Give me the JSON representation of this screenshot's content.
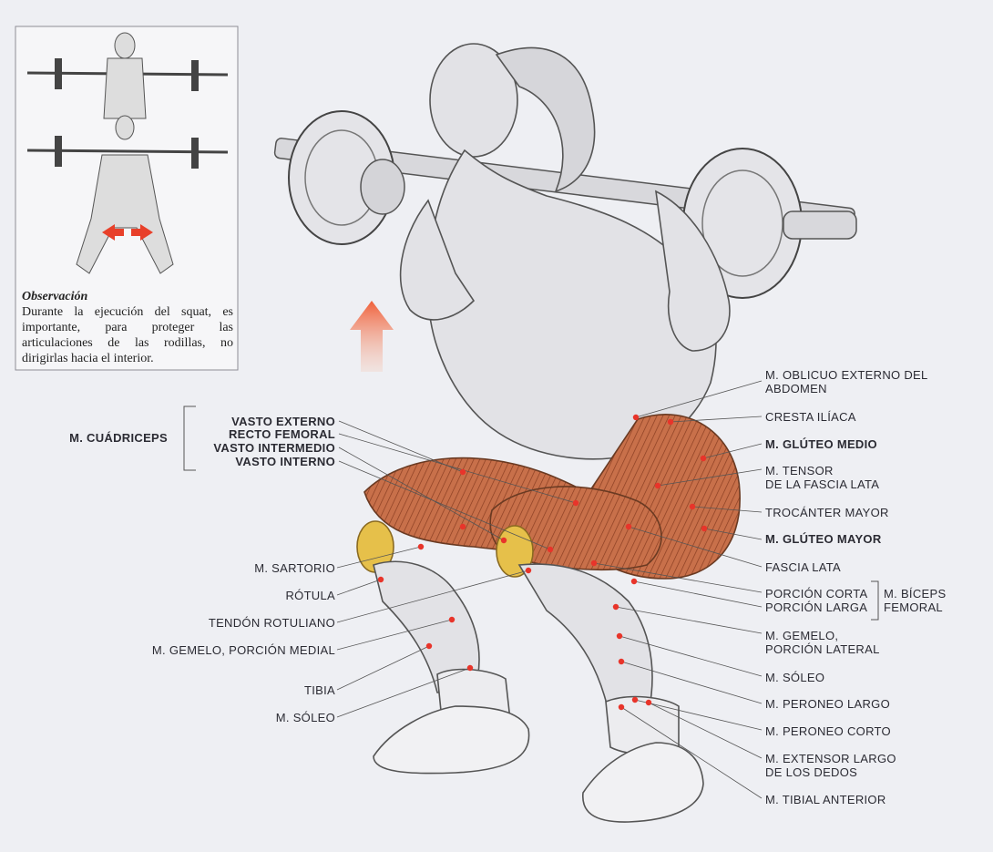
{
  "observation": {
    "title": "Observación",
    "text": "Durante la ejecución del squat, es importante, para proteger las articulaciones de las rodillas, no dirigirlas hacia el interior."
  },
  "quadriceps_group": {
    "label": "M. CUÁDRICEPS",
    "members": [
      "VASTO EXTERNO",
      "RECTO FEMORAL",
      "VASTO INTERMEDIO",
      "VASTO INTERNO"
    ]
  },
  "left_labels": [
    "M. SARTORIO",
    "RÓTULA",
    "TENDÓN ROTULIANO",
    "M. GEMELO, PORCIÓN MEDIAL",
    "TIBIA",
    "M. SÓLEO"
  ],
  "right_labels": {
    "oblicuo": [
      "M. OBLICUO EXTERNO DEL",
      "ABDOMEN"
    ],
    "cresta": "CRESTA ILÍACA",
    "gluteo_medio": "M. GLÚTEO MEDIO",
    "tensor": [
      "M. TENSOR",
      "DE LA FASCIA LATA"
    ],
    "trocanter": "TROCÁNTER MAYOR",
    "gluteo_mayor": "M. GLÚTEO MAYOR",
    "fascia": "FASCIA LATA",
    "porcion_corta": "PORCIÓN CORTA",
    "porcion_larga": "PORCIÓN LARGA",
    "biceps": [
      "M. BÍCEPS",
      "FEMORAL"
    ],
    "gemelo_lateral": [
      "M. GEMELO,",
      "PORCIÓN LATERAL"
    ],
    "soleo": "M. SÓLEO",
    "peroneo_largo": "M. PERONEO LARGO",
    "peroneo_corto": "M. PERONEO CORTO",
    "extensor": [
      "M. EXTENSOR LARGO",
      "DE LOS DEDOS"
    ],
    "tibial": "M. TIBIAL ANTERIOR"
  },
  "colors": {
    "background": "#eeeff3",
    "muscle": "#c8704a",
    "marker": "#e8342a",
    "arrow": "#f0724a"
  }
}
